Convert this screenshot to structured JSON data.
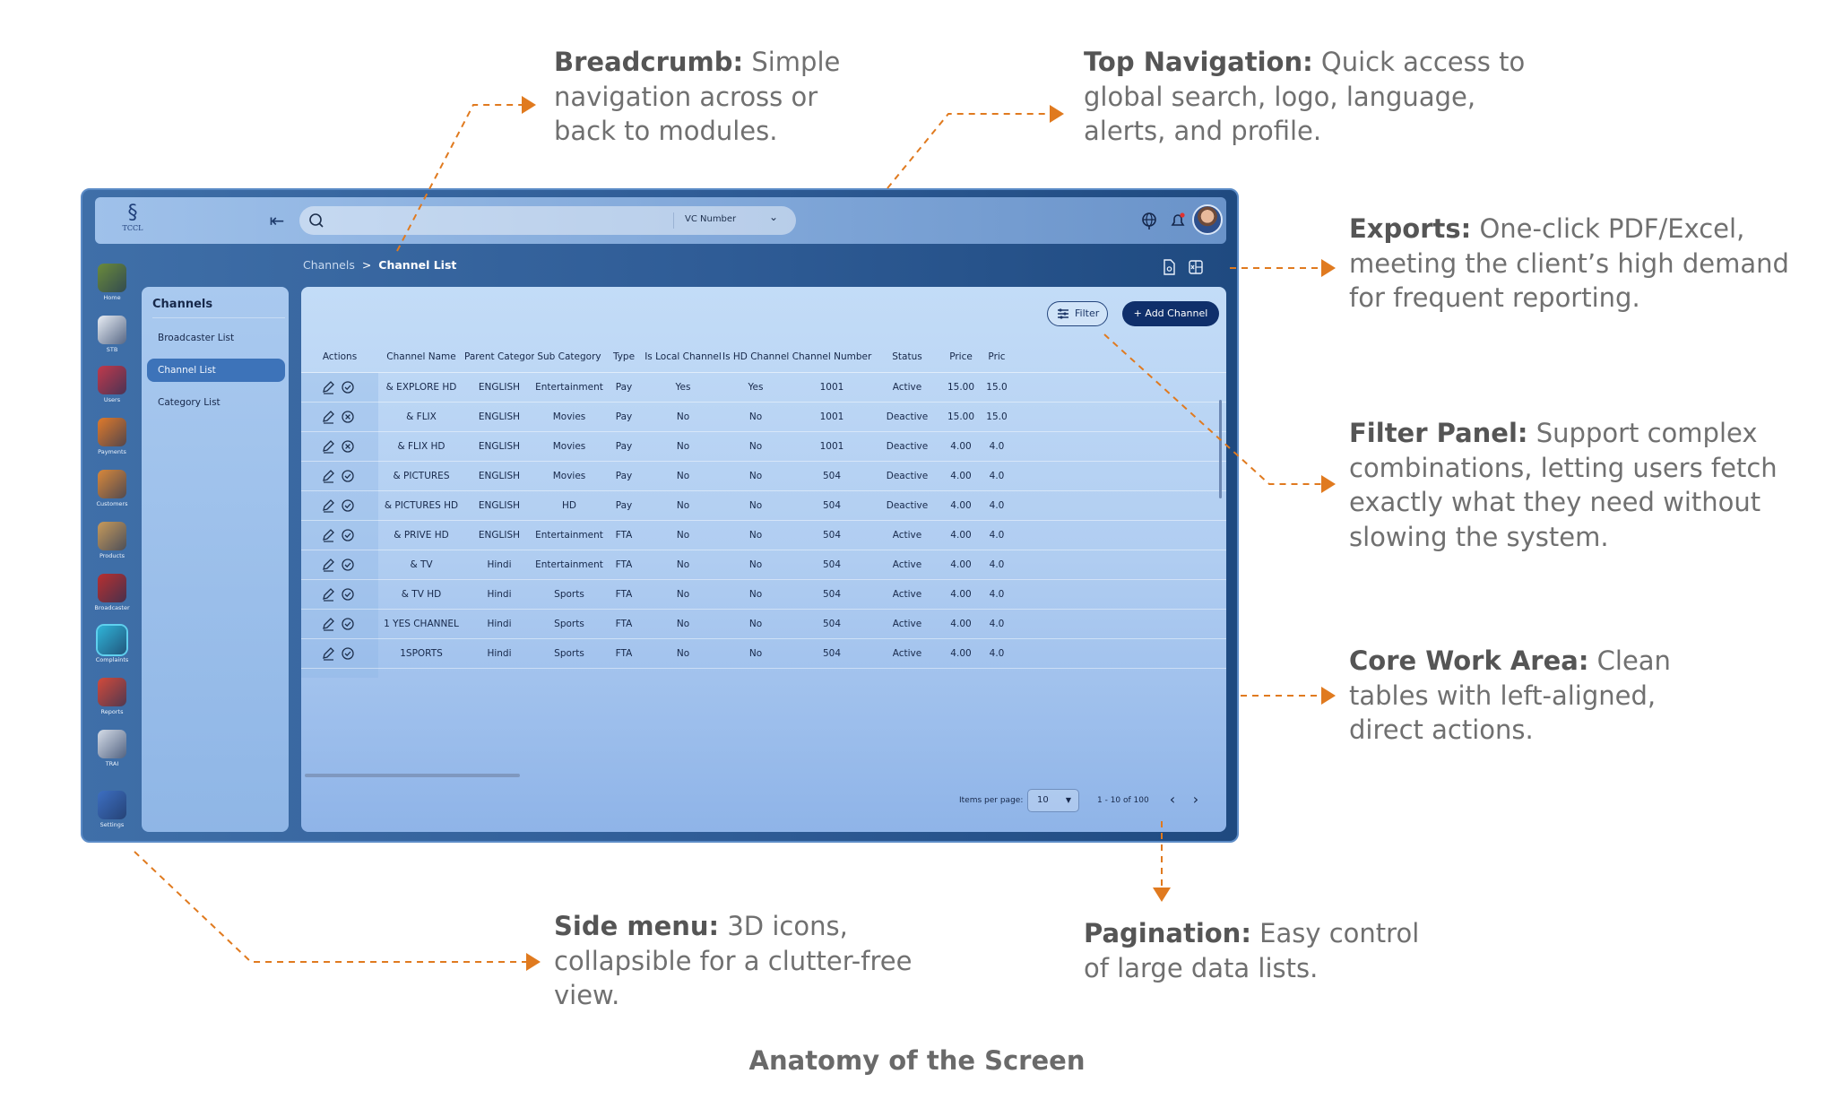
{
  "annotations": [
    {
      "id": "breadcrumb",
      "bold": "Breadcrumb:",
      "lines": [
        "Simple",
        "navigation across or",
        "back to modules."
      ]
    },
    {
      "id": "topnav",
      "bold": "Top Navigation:",
      "lines": [
        "Quick access to",
        "global search, logo, language,",
        "alerts, and profile."
      ]
    },
    {
      "id": "exports",
      "bold": "Exports:",
      "lines": [
        "One-click PDF/Excel,",
        "meeting the client’s high demand",
        "for frequent reporting."
      ]
    },
    {
      "id": "filter",
      "bold": "Filter Panel:",
      "lines": [
        "Support complex",
        "combinations, letting users fetch",
        "exactly what they need without",
        "slowing the system."
      ]
    },
    {
      "id": "core",
      "bold": "Core Work Area:",
      "lines": [
        "Clean",
        "tables with left-aligned,",
        "direct actions."
      ]
    },
    {
      "id": "side",
      "bold": "Side menu:",
      "lines": [
        "3D icons,",
        "collapsible for a clutter-free",
        "view."
      ]
    },
    {
      "id": "pagination",
      "bold": "Pagination:",
      "lines": [
        "Easy control",
        "of large data lists."
      ]
    }
  ],
  "caption": "Anatomy of the Screen",
  "app": {
    "logo_text": "TCCL",
    "search": {
      "placeholder": "",
      "filter_label": "VC Number"
    },
    "icons": {
      "language": "globe-icon",
      "alerts": "bell-icon",
      "profile": "avatar"
    },
    "rail": [
      {
        "label": "Home",
        "color": "#6b8b3a"
      },
      {
        "label": "STB",
        "color": "#e9eef5"
      },
      {
        "label": "Users",
        "color": "#c0394b"
      },
      {
        "label": "Payments",
        "color": "#e07a2a"
      },
      {
        "label": "Customers",
        "color": "#d9883a"
      },
      {
        "label": "Products",
        "color": "#c79a5b"
      },
      {
        "label": "Broadcaster",
        "color": "#b82f2f"
      },
      {
        "label": "Complaints",
        "color": "#2fb4d8"
      },
      {
        "label": "Reports",
        "color": "#d34a3a"
      },
      {
        "label": "TRAI",
        "color": "#d6dde8"
      },
      {
        "label": "Settings",
        "color": "#3d6fc2"
      }
    ],
    "submenu": {
      "title": "Channels",
      "items": [
        "Broadcaster List",
        "Channel List",
        "Category List"
      ],
      "active": 1
    },
    "breadcrumb": {
      "parent": "Channels",
      "separator": ">",
      "current": "Channel List"
    },
    "toolbar": {
      "filter_label": "Filter",
      "add_label": "+ Add  Channel"
    },
    "table": {
      "columns": [
        "Actions",
        "Channel Name",
        "Parent Category",
        "Sub Category",
        "Type",
        "Is Local Channel",
        "Is HD Channel",
        "Channel Number",
        "Status",
        "Price",
        "Pric"
      ],
      "rows": [
        {
          "name": "& EXPLORE HD",
          "parent": "ENGLISH",
          "sub": "Entertainment",
          "type": "Pay",
          "local": "Yes",
          "hd": "Yes",
          "number": "1001",
          "status": "Active",
          "price": "15.00",
          "price2": "15.0",
          "state": "check"
        },
        {
          "name": "& FLIX",
          "parent": "ENGLISH",
          "sub": "Movies",
          "type": "Pay",
          "local": "No",
          "hd": "No",
          "number": "1001",
          "status": "Deactive",
          "price": "15.00",
          "price2": "15.0",
          "state": "cross"
        },
        {
          "name": "& FLIX HD",
          "parent": "ENGLISH",
          "sub": "Movies",
          "type": "Pay",
          "local": "No",
          "hd": "No",
          "number": "1001",
          "status": "Deactive",
          "price": "4.00",
          "price2": "4.0",
          "state": "cross"
        },
        {
          "name": "& PICTURES",
          "parent": "ENGLISH",
          "sub": "Movies",
          "type": "Pay",
          "local": "No",
          "hd": "No",
          "number": "504",
          "status": "Deactive",
          "price": "4.00",
          "price2": "4.0",
          "state": "check"
        },
        {
          "name": "& PICTURES HD",
          "parent": "ENGLISH",
          "sub": "HD",
          "type": "Pay",
          "local": "No",
          "hd": "No",
          "number": "504",
          "status": "Deactive",
          "price": "4.00",
          "price2": "4.0",
          "state": "check"
        },
        {
          "name": "& PRIVE HD",
          "parent": "ENGLISH",
          "sub": "Entertainment",
          "type": "FTA",
          "local": "No",
          "hd": "No",
          "number": "504",
          "status": "Active",
          "price": "4.00",
          "price2": "4.0",
          "state": "check"
        },
        {
          "name": "& TV",
          "parent": "Hindi",
          "sub": "Entertainment",
          "type": "FTA",
          "local": "No",
          "hd": "No",
          "number": "504",
          "status": "Active",
          "price": "4.00",
          "price2": "4.0",
          "state": "check"
        },
        {
          "name": "& TV HD",
          "parent": "Hindi",
          "sub": "Sports",
          "type": "FTA",
          "local": "No",
          "hd": "No",
          "number": "504",
          "status": "Active",
          "price": "4.00",
          "price2": "4.0",
          "state": "check"
        },
        {
          "name": "1 YES CHANNEL",
          "parent": "Hindi",
          "sub": "Sports",
          "type": "FTA",
          "local": "No",
          "hd": "No",
          "number": "504",
          "status": "Active",
          "price": "4.00",
          "price2": "4.0",
          "state": "check"
        },
        {
          "name": "1SPORTS",
          "parent": "Hindi",
          "sub": "Sports",
          "type": "FTA",
          "local": "No",
          "hd": "No",
          "number": "504",
          "status": "Active",
          "price": "4.00",
          "price2": "4.0",
          "state": "check"
        }
      ]
    },
    "pagination": {
      "items_label": "Items per page:",
      "per_page": "10",
      "range": "1 - 10 of 100"
    }
  },
  "colors": {
    "accent_line": "#e07a1f",
    "primary_button": "#0f2f6b"
  }
}
